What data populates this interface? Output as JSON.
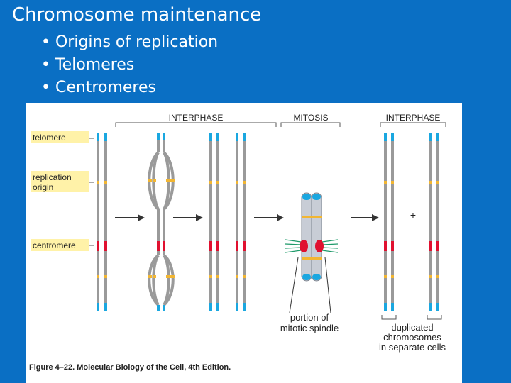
{
  "slide": {
    "title": "Chromosome maintenance",
    "bullets": [
      "• Origins of replication",
      "• Telomeres",
      "• Centromeres"
    ]
  },
  "figure": {
    "phase_labels": [
      "INTERPHASE",
      "MITOSIS",
      "INTERPHASE"
    ],
    "side_labels": {
      "telomere": "telomere",
      "replication_origin": [
        "replication",
        "origin"
      ],
      "centromere": "centromere"
    },
    "annotations": {
      "spindle": [
        "portion of",
        "mitotic spindle"
      ],
      "duplicated": [
        "duplicated",
        "chromosomes",
        "in separate cells"
      ],
      "plus": "+"
    },
    "caption": "Figure 4–22. Molecular Biology of the Cell, 4th Edition.",
    "colors": {
      "chromatid": "#9a9a9a",
      "telomere": "#1aa7e0",
      "origin": "#f2b632",
      "centromere": "#e0102f",
      "label_box": "#fff2a8",
      "spindle": "#1e9a6a"
    }
  }
}
